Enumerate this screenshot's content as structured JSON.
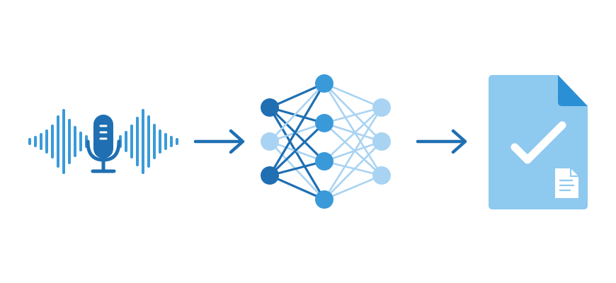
{
  "colors": {
    "background": "#ffffff",
    "dark_blue": "#1f6fb2",
    "mid_blue": "#3a9ad9",
    "light_blue": "#a9d3f2",
    "document_fill": "#8ec9ef",
    "document_fold": "#2b8fd6",
    "check": "#ffffff"
  },
  "stages": [
    {
      "id": "audio-input",
      "icons": [
        "microphone-icon",
        "sound-wave-icon"
      ]
    },
    {
      "id": "neural-network",
      "icons": [
        "neural-network-icon"
      ]
    },
    {
      "id": "verified-document",
      "icons": [
        "document-icon",
        "checkmark-icon",
        "small-document-icon"
      ]
    }
  ],
  "flow": [
    {
      "from": "audio-input",
      "to": "neural-network",
      "icon": "right-arrow-icon"
    },
    {
      "from": "neural-network",
      "to": "verified-document",
      "icon": "right-arrow-icon"
    }
  ],
  "neural_network": {
    "layers": [
      {
        "nodes": 3,
        "shades": [
          "dark",
          "light",
          "dark"
        ]
      },
      {
        "nodes": 4,
        "shades": [
          "mid",
          "mid",
          "mid",
          "mid"
        ]
      },
      {
        "nodes": 3,
        "shades": [
          "light",
          "light",
          "light"
        ]
      }
    ]
  }
}
